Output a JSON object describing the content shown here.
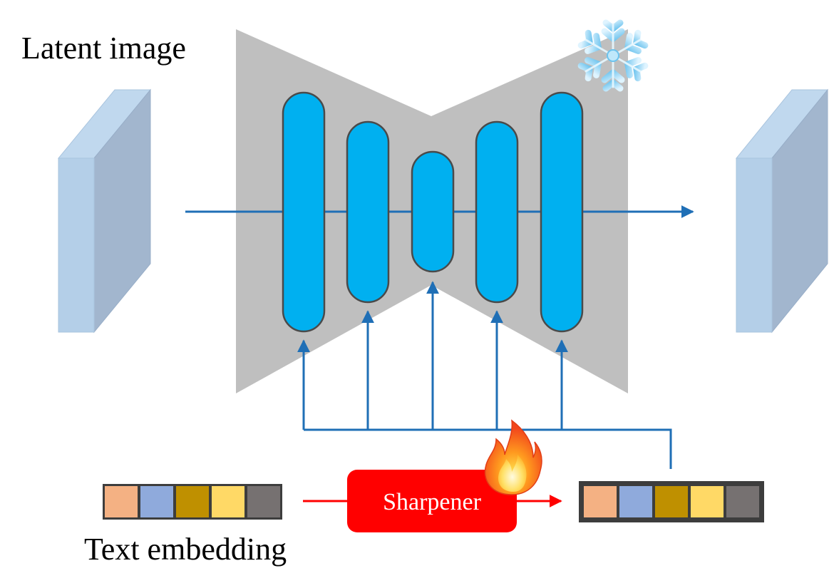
{
  "labels": {
    "latent_image": "Latent image",
    "text_embedding": "Text embedding",
    "sharpener": "Sharpener"
  },
  "icons": {
    "frozen": "snowflake-icon",
    "trainable": "fire-icon"
  },
  "colors": {
    "unet_body": "#bfbfbf",
    "block_fill": "#00b0f0",
    "block_stroke": "#4a4a4a",
    "arrow": "#1f6fb6",
    "sharpener_fill": "#ff0000",
    "sharpener_arrow": "#ff0000",
    "latent_face": "#b4cfe8",
    "latent_side": "#a2b6ce",
    "latent_top": "#c0d8ee"
  },
  "embedding_colors": [
    "#f4b183",
    "#8faadc",
    "#bf9000",
    "#ffd966",
    "#767171"
  ]
}
